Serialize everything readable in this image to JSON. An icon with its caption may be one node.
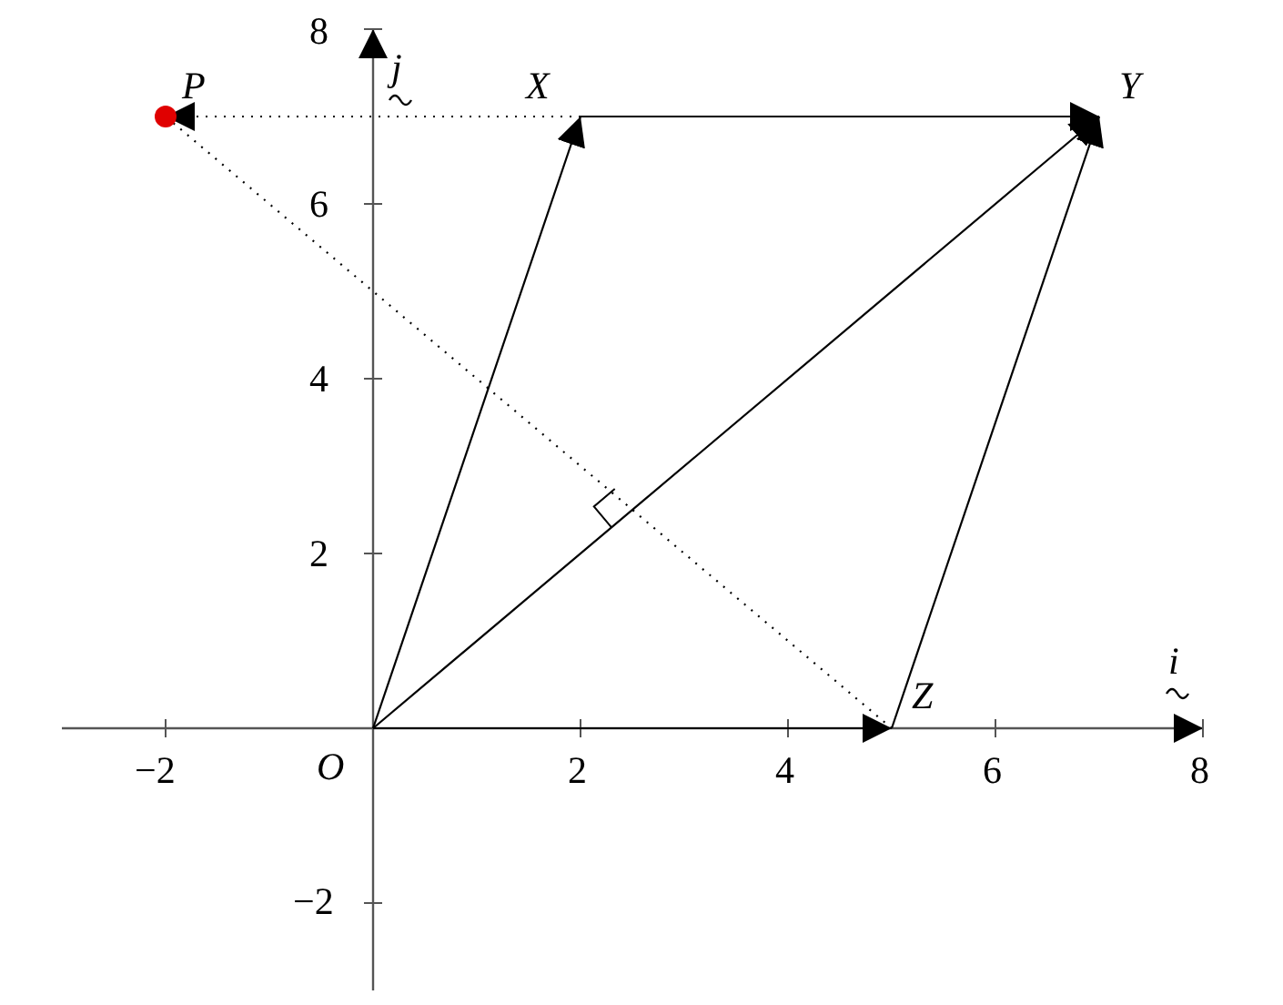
{
  "diagram": {
    "nodes": [
      {
        "text": [
          "P"
        ]
      },
      {
        "text": [
          "X"
        ]
      },
      {
        "text": [
          "Y"
        ]
      },
      {
        "text": [
          "Z"
        ]
      },
      {
        "text": [
          "O"
        ]
      }
    ],
    "edges": [
      {
        "from": 4,
        "to": 1,
        "arrow": "to"
      },
      {
        "from": 1,
        "to": 2,
        "arrow": "to"
      },
      {
        "from": 4,
        "to": 2,
        "arrow": "to"
      },
      {
        "from": 3,
        "to": 2,
        "arrow": "to"
      },
      {
        "from": 4,
        "to": 3,
        "arrow": "to"
      },
      {
        "from": 1,
        "to": 0,
        "arrow": "to",
        "style": "dashed"
      },
      {
        "from": 3,
        "to": 0,
        "arrow": "none",
        "style": "dashed"
      }
    ],
    "labels": [
      "8",
      "j",
      "6",
      "4",
      "2",
      "i",
      "−2",
      "2",
      "4",
      "6",
      "8",
      "−2"
    ]
  }
}
